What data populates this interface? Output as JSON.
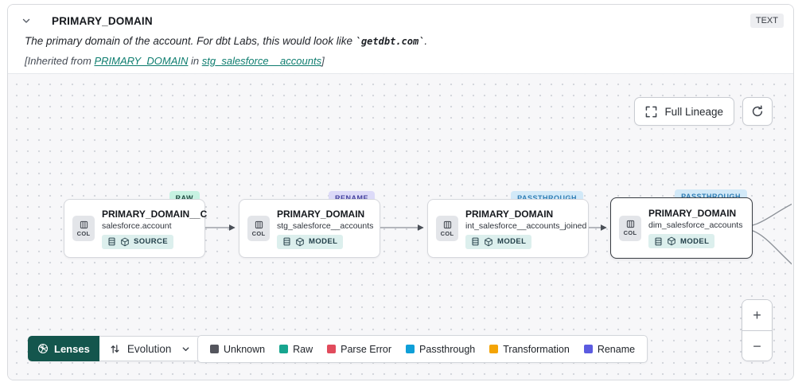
{
  "header": {
    "title": "PRIMARY_DOMAIN",
    "type_badge": "TEXT",
    "description": {
      "text_before_code": "The primary domain of the account. For dbt Labs, this would look like ",
      "code": "`getdbt.com`",
      "text_after_code": "."
    },
    "inherited": {
      "prefix": "[Inherited from ",
      "column_link": "PRIMARY_DOMAIN",
      "connector": " in ",
      "model_link": "stg_salesforce__accounts",
      "suffix": "]"
    }
  },
  "toolbar": {
    "full_lineage_label": "Full Lineage"
  },
  "lineage": {
    "col_label": "COL",
    "nodes": [
      {
        "kind": "raw",
        "badge": "RAW",
        "title": "PRIMARY_DOMAIN__C",
        "subtitle": "salesforce.account",
        "resource": "SOURCE",
        "selected": false
      },
      {
        "kind": "rename",
        "badge": "RENAME",
        "title": "PRIMARY_DOMAIN",
        "subtitle": "stg_salesforce__accounts",
        "resource": "MODEL",
        "selected": false
      },
      {
        "kind": "passthrough",
        "badge": "PASSTHROUGH",
        "title": "PRIMARY_DOMAIN",
        "subtitle": "int_salesforce__accounts_joined",
        "resource": "MODEL",
        "selected": false
      },
      {
        "kind": "passthrough",
        "badge": "PASSTHROUGH",
        "title": "PRIMARY_DOMAIN",
        "subtitle": "dim_salesforce_accounts",
        "resource": "MODEL",
        "selected": true
      }
    ]
  },
  "lenses": {
    "button_label": "Lenses",
    "selected_lens": "Evolution"
  },
  "legend": {
    "items": [
      {
        "label": "Unknown",
        "color": "#54555d"
      },
      {
        "label": "Raw",
        "color": "#17a58f"
      },
      {
        "label": "Parse Error",
        "color": "#e14b5c"
      },
      {
        "label": "Passthrough",
        "color": "#0f9fd8"
      },
      {
        "label": "Transformation",
        "color": "#f4a406"
      },
      {
        "label": "Rename",
        "color": "#5b5be0"
      }
    ]
  },
  "zoom": {
    "in_label": "+",
    "out_label": "−"
  },
  "colors": {
    "lenses_bg": "#14564d",
    "link": "#0e7d6f",
    "selected_node_border": "#383c42",
    "canvas_bg": "#f7f7f9"
  }
}
